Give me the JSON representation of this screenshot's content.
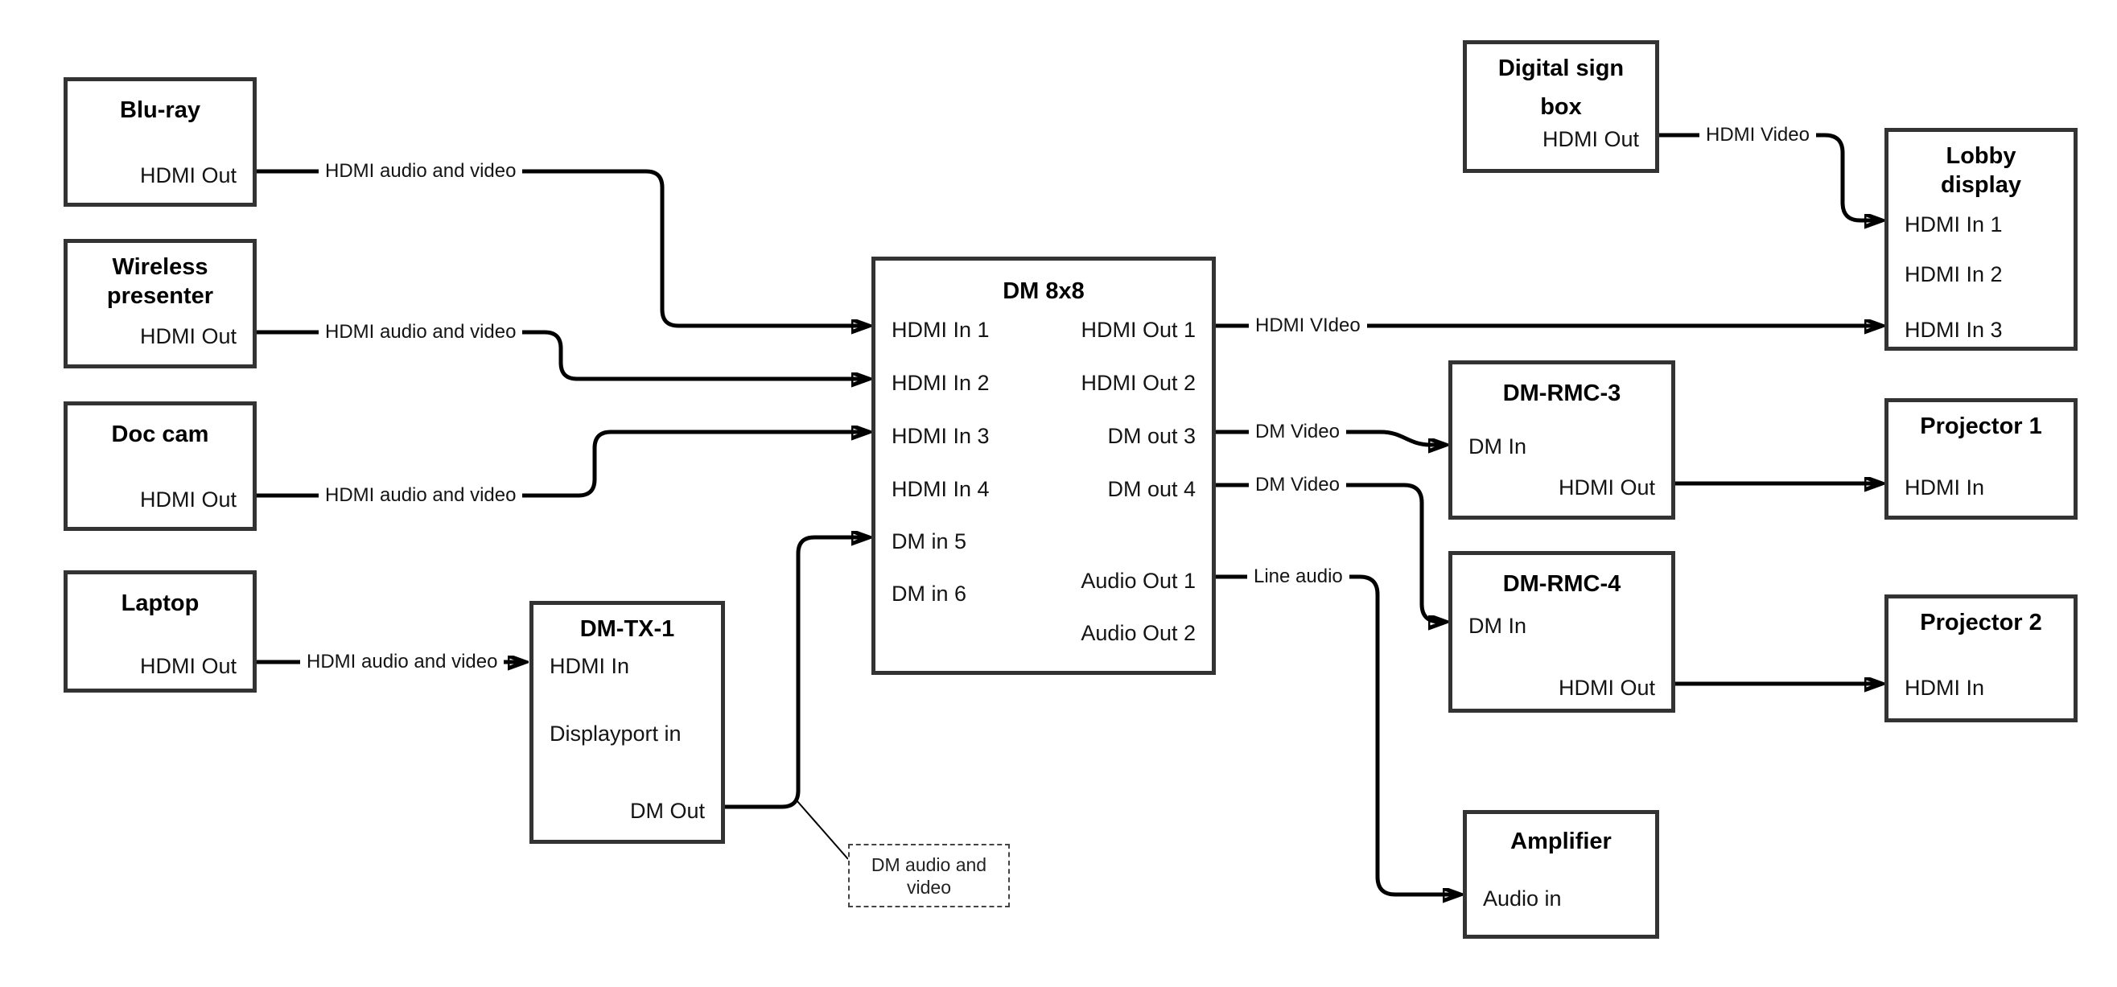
{
  "nodes": {
    "bluray": {
      "title": "Blu-ray",
      "hdmi_out": "HDMI Out"
    },
    "wireless_presenter": {
      "title1": "Wireless",
      "title2": "presenter",
      "hdmi_out": "HDMI Out"
    },
    "doc_cam": {
      "title": "Doc cam",
      "hdmi_out": "HDMI Out"
    },
    "laptop": {
      "title": "Laptop",
      "hdmi_out": "HDMI Out"
    },
    "dm_tx_1": {
      "title": "DM-TX-1",
      "hdmi_in": "HDMI In",
      "displayport_in": "Displayport in",
      "dm_out": "DM Out"
    },
    "dm_8x8": {
      "title": "DM 8x8",
      "hdmi_in_1": "HDMI In 1",
      "hdmi_in_2": "HDMI In 2",
      "hdmi_in_3": "HDMI In 3",
      "hdmi_in_4": "HDMI In 4",
      "dm_in_5": "DM in 5",
      "dm_in_6": "DM in 6",
      "hdmi_out_1": "HDMI Out 1",
      "hdmi_out_2": "HDMI Out 2",
      "dm_out_3": "DM out 3",
      "dm_out_4": "DM out 4",
      "audio_out_1": "Audio Out 1",
      "audio_out_2": "Audio Out 2"
    },
    "digital_sign_box": {
      "title1": "Digital sign",
      "title2": "box",
      "hdmi_out": "HDMI Out"
    },
    "lobby_display": {
      "title1": "Lobby",
      "title2": "display",
      "hdmi_in_1": "HDMI In 1",
      "hdmi_in_2": "HDMI In 2",
      "hdmi_in_3": "HDMI In 3"
    },
    "dm_rmc_3": {
      "title": "DM-RMC-3",
      "dm_in": "DM In",
      "hdmi_out": "HDMI Out"
    },
    "projector_1": {
      "title": "Projector 1",
      "hdmi_in": "HDMI In"
    },
    "dm_rmc_4": {
      "title": "DM-RMC-4",
      "dm_in": "DM In",
      "hdmi_out": "HDMI Out"
    },
    "projector_2": {
      "title": "Projector 2",
      "hdmi_in": "HDMI In"
    },
    "amplifier": {
      "title": "Amplifier",
      "audio_in": "Audio in"
    }
  },
  "connection_labels": {
    "bluray_to_dm8x8": "HDMI audio and video",
    "wireless_to_dm8x8": "HDMI audio and video",
    "doccam_to_dm8x8": "HDMI audio and video",
    "laptop_to_dmtx1": "HDMI audio and video",
    "dm8x8_to_lobby": "HDMI VIdeo",
    "dmout3_to_rmc3": "DM Video",
    "dmout4_to_rmc4": "DM Video",
    "audioout1_to_amp": "Line audio",
    "digitalsign_to_lobby": "HDMI Video"
  },
  "callout": {
    "line1": "DM audio and",
    "line2": "video"
  },
  "colors": {
    "line": "#000000",
    "box_border": "#333333",
    "text": "#141414",
    "background": "#ffffff"
  }
}
